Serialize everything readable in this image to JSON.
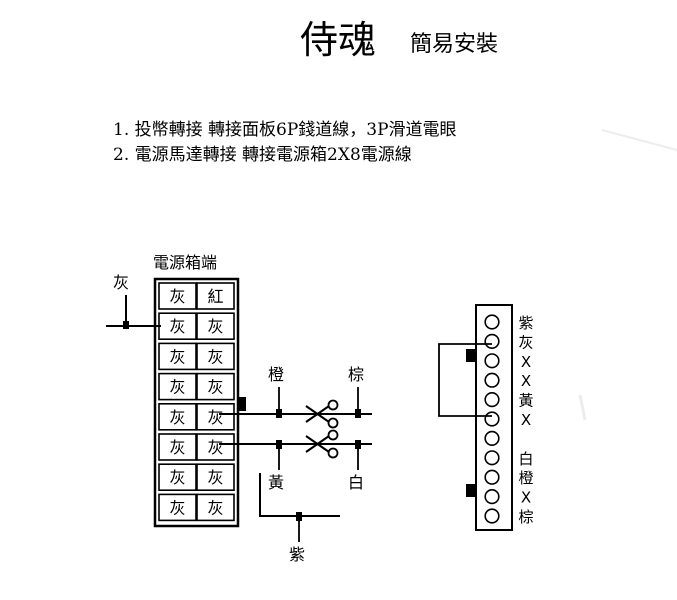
{
  "title": "侍魂",
  "subtitle": "簡易安裝",
  "steps": [
    "1. 投幣轉接 轉接面板6P錢道線，3P滑道電眼",
    "2. 電源馬達轉接 轉接電源箱2X8電源線"
  ],
  "terminal_block": {
    "label": "電源箱端",
    "rows": [
      [
        "灰",
        "紅"
      ],
      [
        "灰",
        "灰"
      ],
      [
        "灰",
        "灰"
      ],
      [
        "灰",
        "灰"
      ],
      [
        "灰",
        "灰"
      ],
      [
        "灰",
        "灰"
      ],
      [
        "灰",
        "灰"
      ],
      [
        "灰",
        "灰"
      ]
    ]
  },
  "wires": {
    "left": "灰",
    "top_left": "橙",
    "top_right": "棕",
    "bottom_left": "黃",
    "bottom_right": "白",
    "bottom": "紫"
  },
  "connector_pins": [
    "紫",
    "灰",
    "X",
    "X",
    "黃",
    "X",
    "",
    "白",
    "橙",
    "X",
    "棕"
  ]
}
